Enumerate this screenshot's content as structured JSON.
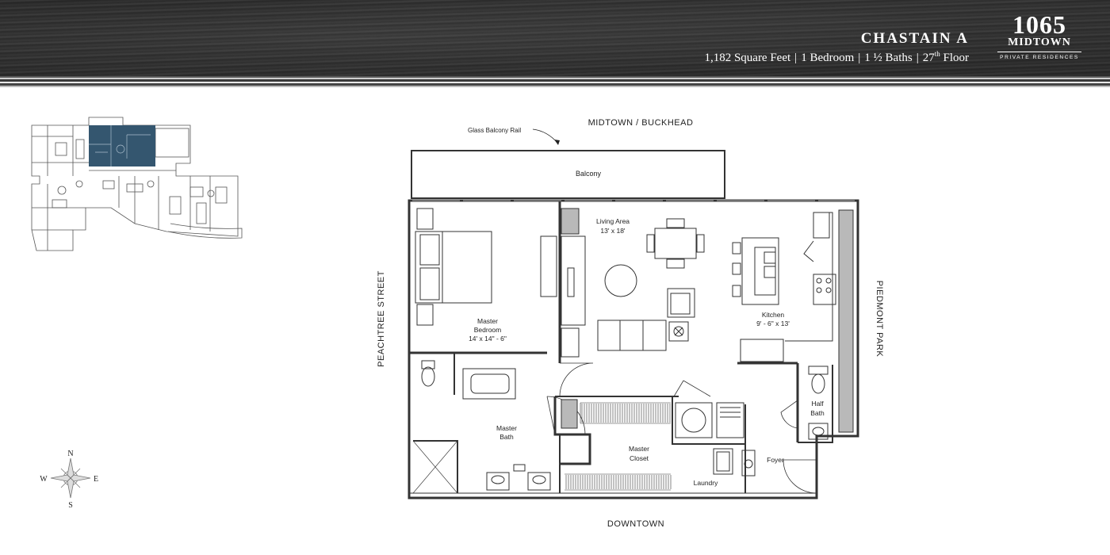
{
  "header": {
    "unit_name": "CHASTAIN A",
    "square_feet": "1,182 Square Feet",
    "bedrooms": "1 Bedroom",
    "baths": "1 ½ Baths",
    "floor_number": "27",
    "floor_suffix": "th",
    "floor_word": " Floor",
    "separator": "|"
  },
  "brand": {
    "number": "1065",
    "name": "MIDTOWN",
    "tagline": "PRIVATE RESIDENCES"
  },
  "directions": {
    "north": "MIDTOWN / BUCKHEAD",
    "south": "DOWNTOWN",
    "west": "PEACHTREE STREET",
    "east": "PIEDMONT PARK"
  },
  "annotations": {
    "balcony_rail": "Glass Balcony Rail"
  },
  "rooms": {
    "balcony": "Balcony",
    "living_area": "Living Area",
    "living_dim": "13' x 18'",
    "master_bedroom_1": "Master",
    "master_bedroom_2": "Bedroom",
    "master_bedroom_dim": "14' x 14\" - 6\"",
    "kitchen": "Kitchen",
    "kitchen_dim": "9' - 6\" x 13'",
    "master_bath_1": "Master",
    "master_bath_2": "Bath",
    "master_closet_1": "Master",
    "master_closet_2": "Closet",
    "half_bath_1": "Half",
    "half_bath_2": "Bath",
    "foyer": "Foyer",
    "laundry": "Laundry"
  },
  "compass": {
    "n": "N",
    "s": "S",
    "e": "E",
    "w": "W"
  },
  "colors": {
    "highlight_unit": "#34566f",
    "wall": "#333333"
  }
}
